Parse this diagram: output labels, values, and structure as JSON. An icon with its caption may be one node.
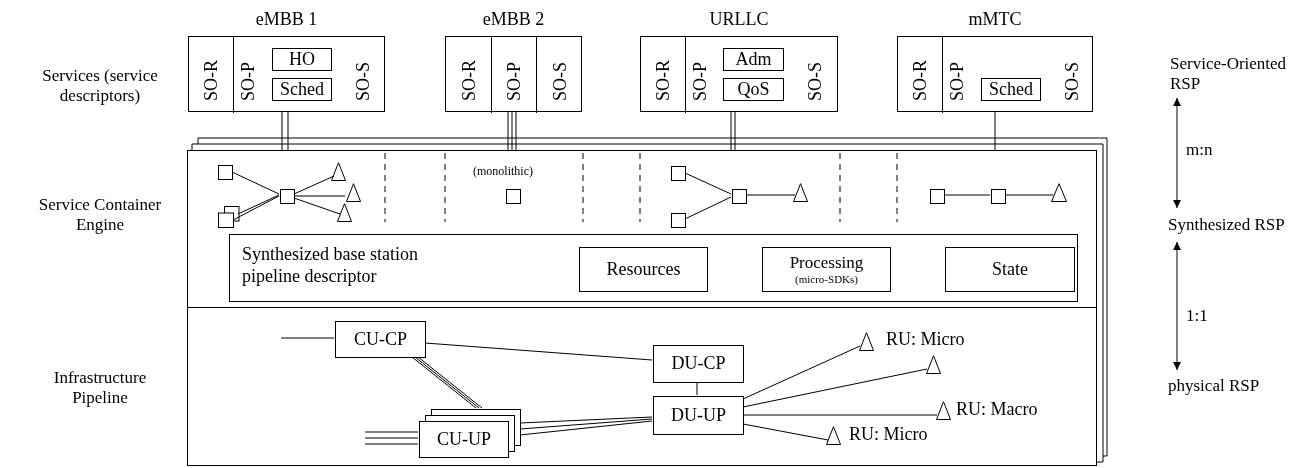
{
  "diagram": {
    "nodes": [
      {
        "text": [
          "eMBB 1"
        ]
      },
      {
        "text": [
          "SO-R"
        ],
        "in": 0
      },
      {
        "text": [
          "SO-P"
        ],
        "in": 0
      },
      {
        "text": [
          "HO"
        ],
        "in": 2
      },
      {
        "text": [
          "Sched"
        ],
        "in": 2
      },
      {
        "text": [
          "SO-S"
        ],
        "in": 0
      },
      {
        "text": [
          "eMBB 2"
        ]
      },
      {
        "text": [
          "SO-R"
        ],
        "in": 6
      },
      {
        "text": [
          "SO-P"
        ],
        "in": 6
      },
      {
        "text": [
          "SO-S"
        ],
        "in": 6
      },
      {
        "text": [
          "URLLC"
        ]
      },
      {
        "text": [
          "SO-R"
        ],
        "in": 10
      },
      {
        "text": [
          "SO-P"
        ],
        "in": 10
      },
      {
        "text": [
          "Adm"
        ],
        "in": 12
      },
      {
        "text": [
          "QoS"
        ],
        "in": 12
      },
      {
        "text": [
          "SO-S"
        ],
        "in": 10
      },
      {
        "text": [
          "mMTC"
        ]
      },
      {
        "text": [
          "SO-R"
        ],
        "in": 16
      },
      {
        "text": [
          "SO-P"
        ],
        "in": 16
      },
      {
        "text": [
          "Sched"
        ],
        "in": 18
      },
      {
        "text": [
          "SO-S"
        ],
        "in": 16
      },
      {
        "text": [],
        "shape": "box"
      },
      {
        "text": [],
        "shape": "box",
        "in": 21
      },
      {
        "text": [],
        "shape": "box",
        "in": 21
      },
      {
        "text": [],
        "shape": "box",
        "in": 21
      },
      {
        "text": [],
        "shape": "triangle",
        "in": 21
      },
      {
        "text": [],
        "shape": "triangle",
        "in": 21
      },
      {
        "text": [],
        "shape": "triangle",
        "in": 21
      },
      {
        "text": [],
        "shape": "box",
        "in": 21,
        "beside": [
          "(monolithic)"
        ]
      },
      {
        "text": [],
        "shape": "box",
        "in": 21
      },
      {
        "text": [],
        "shape": "box",
        "in": 21
      },
      {
        "text": [],
        "shape": "box",
        "in": 21
      },
      {
        "text": [],
        "shape": "triangle",
        "in": 21
      },
      {
        "text": [],
        "shape": "box",
        "in": 21
      },
      {
        "text": [],
        "shape": "box",
        "in": 21
      },
      {
        "text": [],
        "shape": "triangle",
        "in": 21
      },
      {
        "text": [
          "Synthesized base station pipeline descriptor"
        ],
        "in": 21
      },
      {
        "text": [
          "Resources"
        ],
        "in": 36
      },
      {
        "text": [
          "Processing",
          "(micro-SDKs)"
        ],
        "in": 36
      },
      {
        "text": [
          "State"
        ],
        "in": 36
      },
      {
        "text": [],
        "shape": "box"
      },
      {
        "text": [
          "CU-CP"
        ],
        "in": 40
      },
      {
        "text": [
          "CU-UP"
        ],
        "in": 40
      },
      {
        "text": [
          "DU-CP"
        ],
        "in": 40
      },
      {
        "text": [
          "DU-UP"
        ],
        "in": 40
      },
      {
        "text": [],
        "shape": "triangle",
        "in": 40,
        "beside": [
          "RU: Micro"
        ]
      },
      {
        "text": [],
        "shape": "triangle",
        "in": 40
      },
      {
        "text": [],
        "shape": "triangle",
        "in": 40,
        "beside": [
          "RU: Macro"
        ]
      },
      {
        "text": [],
        "shape": "triangle",
        "in": 40,
        "beside": [
          "RU: Micro"
        ]
      },
      {
        "text": [
          "Service-Oriented RSP"
        ]
      },
      {
        "text": [
          "Synthesized RSP"
        ]
      },
      {
        "text": [
          "physical RSP"
        ]
      }
    ],
    "edges": [
      {
        "from": 2,
        "to": 21,
        "arrow": "none"
      },
      {
        "from": 2,
        "to": 21,
        "arrow": "none"
      },
      {
        "from": 8,
        "to": 21,
        "arrow": "none"
      },
      {
        "from": 8,
        "to": 21,
        "arrow": "none"
      },
      {
        "from": 8,
        "to": 21,
        "arrow": "none"
      },
      {
        "from": 12,
        "to": 21,
        "arrow": "none"
      },
      {
        "from": 12,
        "to": 21,
        "arrow": "none"
      },
      {
        "from": 18,
        "to": 21,
        "arrow": "none"
      },
      {
        "from": 22,
        "to": 24,
        "arrow": "none"
      },
      {
        "from": 23,
        "to": 24,
        "arrow": "none"
      },
      {
        "from": 23,
        "to": 24,
        "arrow": "none"
      },
      {
        "from": 24,
        "to": 25,
        "arrow": "none"
      },
      {
        "from": 24,
        "to": 26,
        "arrow": "none"
      },
      {
        "from": 24,
        "to": 27,
        "arrow": "none"
      },
      {
        "from": 29,
        "to": 31,
        "arrow": "none"
      },
      {
        "from": 30,
        "to": 31,
        "arrow": "none"
      },
      {
        "from": 31,
        "to": 32,
        "arrow": "none"
      },
      {
        "from": 33,
        "to": 34,
        "arrow": "none"
      },
      {
        "from": 34,
        "to": 35,
        "arrow": "none"
      },
      {
        "from": null,
        "to": 41,
        "arrow": "none"
      },
      {
        "from": null,
        "to": 42,
        "arrow": "none"
      },
      {
        "from": null,
        "to": 42,
        "arrow": "none"
      },
      {
        "from": null,
        "to": 42,
        "arrow": "none"
      },
      {
        "from": 41,
        "to": 42,
        "arrow": "none"
      },
      {
        "from": 41,
        "to": 42,
        "arrow": "none"
      },
      {
        "from": 41,
        "to": 42,
        "arrow": "none"
      },
      {
        "from": 41,
        "to": 43,
        "arrow": "none"
      },
      {
        "from": 43,
        "to": 44,
        "arrow": "none"
      },
      {
        "from": 42,
        "to": 44,
        "arrow": "none"
      },
      {
        "from": 42,
        "to": 44,
        "arrow": "none"
      },
      {
        "from": 42,
        "to": 44,
        "arrow": "none"
      },
      {
        "from": 44,
        "to": 45,
        "arrow": "none"
      },
      {
        "from": 44,
        "to": 46,
        "arrow": "none"
      },
      {
        "from": 44,
        "to": 47,
        "arrow": "none"
      },
      {
        "from": 44,
        "to": 48,
        "arrow": "none"
      },
      {
        "from": 49,
        "to": 50,
        "arrow": "both",
        "label": "m:n"
      },
      {
        "from": 50,
        "to": 51,
        "arrow": "both",
        "label": "1:1"
      }
    ],
    "labels": [
      "Services (service descriptors)",
      "Service Container Engine",
      "Infrastructure Pipeline"
    ]
  }
}
